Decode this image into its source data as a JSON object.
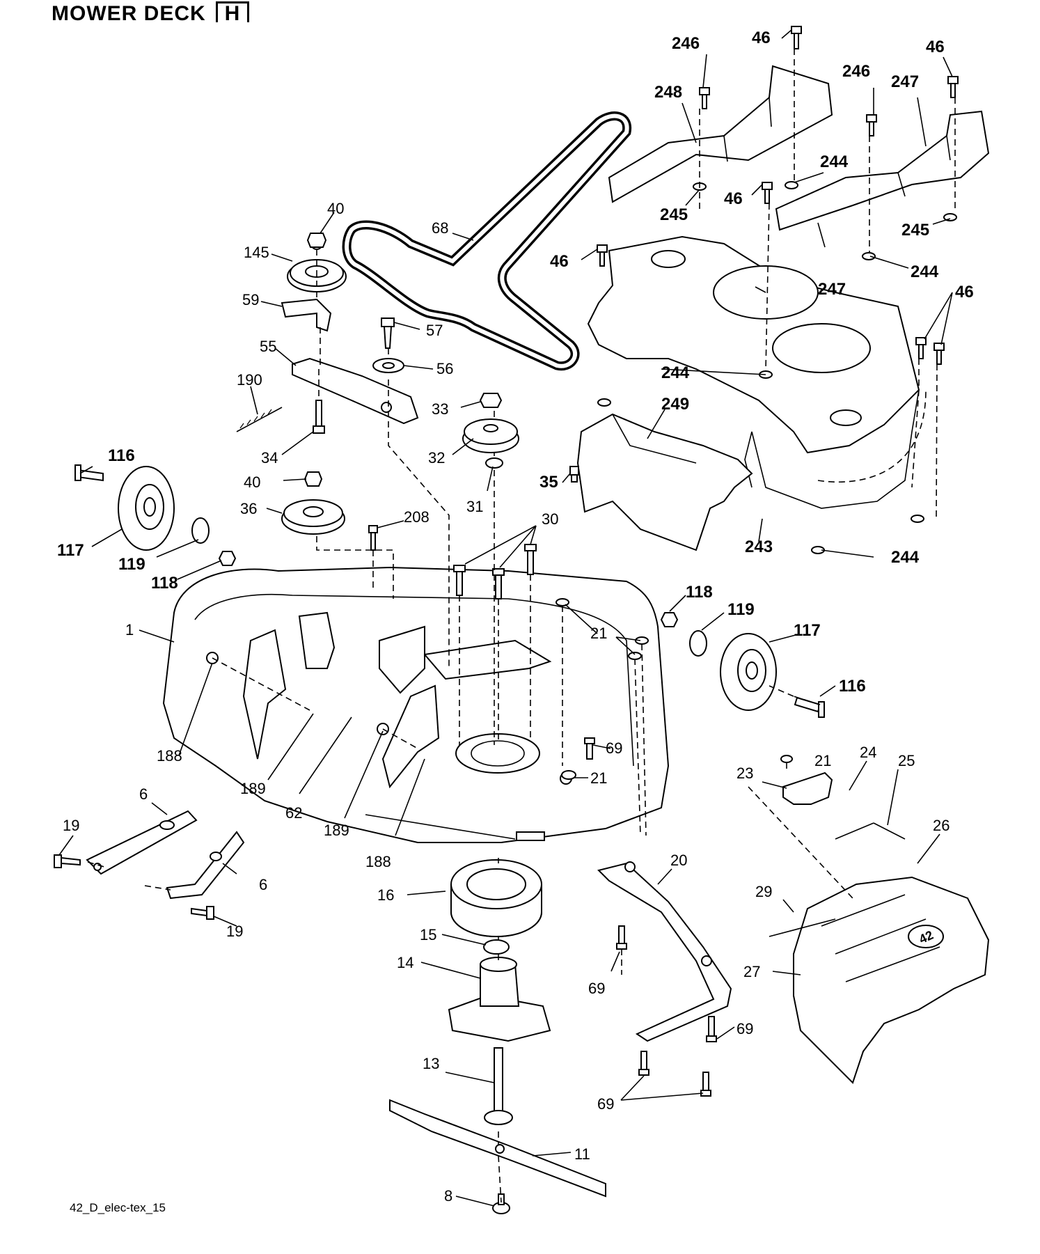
{
  "title": {
    "text": "MOWER DECK",
    "box": "H"
  },
  "footer": "42_D_elec-tex_15",
  "labels": {
    "p246a": "246",
    "p46a": "46",
    "p248": "248",
    "p246b": "246",
    "p247a": "247",
    "p46b": "46",
    "p244a": "244",
    "p46c": "46",
    "p245a": "245",
    "p245b": "245",
    "p40a": "40",
    "p68": "68",
    "p46d": "46",
    "p244b": "244",
    "p247b": "247",
    "p46e": "46",
    "p145": "145",
    "p59": "59",
    "p57": "57",
    "p55": "55",
    "p56": "56",
    "p190": "190",
    "p244c": "244",
    "p33": "33",
    "p249": "249",
    "p34": "34",
    "p32": "32",
    "p35": "35",
    "p116a": "116",
    "p40b": "40",
    "p31": "31",
    "p36": "36",
    "p208": "208",
    "p30": "30",
    "p243": "243",
    "p117a": "117",
    "p119a": "119",
    "p244d": "244",
    "p118a": "118",
    "p118b": "118",
    "p119b": "119",
    "p1": "1",
    "p21a": "21",
    "p117b": "117",
    "p116b": "116",
    "p188a": "188",
    "p69a": "69",
    "p189a": "189",
    "p62": "62",
    "p21b": "21",
    "p21c": "21",
    "p24": "24",
    "p23": "23",
    "p25": "25",
    "p6a": "6",
    "p19a": "19",
    "p189b": "189",
    "p188b": "188",
    "p26": "26",
    "p20": "20",
    "p6b": "6",
    "p16": "16",
    "p29": "29",
    "p19b": "19",
    "p15": "15",
    "p27": "27",
    "p14": "14",
    "p69b": "69",
    "p69c": "69",
    "p13": "13",
    "p69d": "69",
    "p11": "11",
    "p8": "8"
  },
  "housing_logo": "42"
}
